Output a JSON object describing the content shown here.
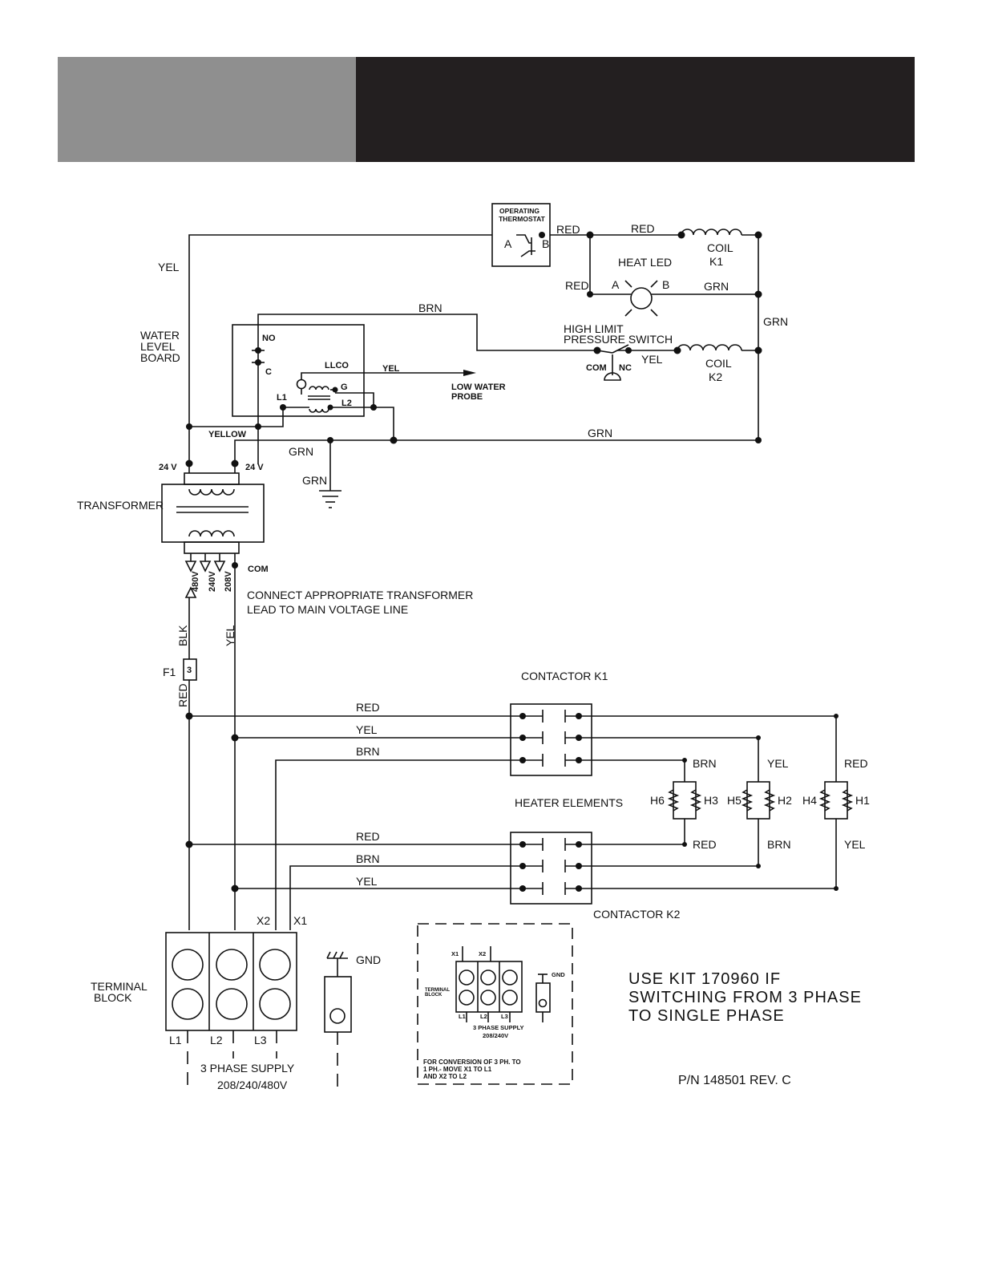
{
  "colors": {
    "header_left": "#8f8f8f",
    "header_right": "#231f20",
    "line": "#111111"
  },
  "thermostat": {
    "line1": "OPERATING",
    "line2": "THERMOSTAT",
    "a": "A",
    "b": "B"
  },
  "wires": {
    "yel": "YEL",
    "red": "RED",
    "grn": "GRN",
    "brn": "BRN",
    "blk": "BLK",
    "yellow": "YELLOW"
  },
  "coils": {
    "coil": "COIL",
    "k1": "K1",
    "k2": "K2"
  },
  "heat_led": {
    "label": "HEAT  LED",
    "a": "A",
    "b": "B"
  },
  "pressure_switch": {
    "line1": "HIGH LIMIT",
    "line2": "PRESSURE  SWITCH",
    "com": "COM",
    "nc": "NC"
  },
  "water_board": {
    "line1": "WATER",
    "line2": "LEVEL",
    "line3": "BOARD",
    "no": "NO",
    "c": "C",
    "llco": "LLCO",
    "g": "G",
    "l1": "L1",
    "l2": "L2"
  },
  "probe": {
    "line1": "LOW  WATER",
    "line2": "PROBE"
  },
  "transformer": {
    "label": "TRANSFORMER",
    "v24": "24  V",
    "com": "COM",
    "tap480": "480V",
    "tap240": "240V",
    "tap208": "208V",
    "note_line1": "CONNECT  APPROPRIATE  TRANSFORMER",
    "note_line2": "LEAD  TO  MAIN  VOLTAGE  LINE"
  },
  "fuse": {
    "label": "F1",
    "value": "3"
  },
  "contactors": {
    "k1": "CONTACTOR  K1",
    "k2": "CONTACTOR  K2"
  },
  "heaters": {
    "label": "HEATER  ELEMENTS",
    "h1": "H1",
    "h2": "H2",
    "h3": "H3",
    "h4": "H4",
    "h5": "H5",
    "h6": "H6"
  },
  "terminal_block": {
    "line1": "TERMINAL",
    "line2": "BLOCK",
    "l1": "L1",
    "l2": "L2",
    "l3": "L3",
    "x1": "X1",
    "x2": "X2",
    "gnd": "GND",
    "supply1": "3  PHASE  SUPPLY",
    "supply2": "208/240/480V"
  },
  "inset": {
    "x1": "X1",
    "x2": "X2",
    "gnd": "GND",
    "tb1": "TERMINAL",
    "tb2": "BLOCK",
    "l1": "L1",
    "l2": "L2",
    "l3": "L3",
    "supply1": "3  PHASE  SUPPLY",
    "supply2": "208/240V",
    "note1": "FOR  CONVERSION  OF  3  PH.  TO",
    "note2": "1  PH.-  MOVE  X1  TO  L1",
    "note3": "AND  X2  TO  L2"
  },
  "kit_note": {
    "line1": "USE  KIT  170960  IF",
    "line2": "SWITCHING  FROM  3  PHASE",
    "line3": "TO  SINGLE  PHASE"
  },
  "part_number": "P/N  148501  REV.  C"
}
